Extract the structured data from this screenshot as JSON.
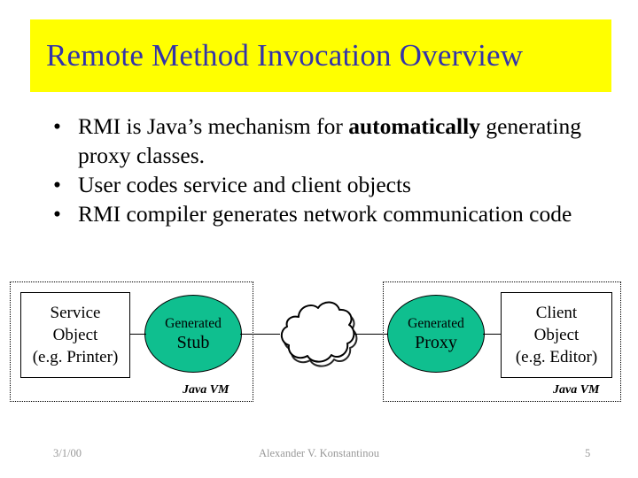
{
  "slide": {
    "title": "Remote Method Invocation Overview",
    "title_background_color": "#ffff00",
    "title_text_color": "#3333aa",
    "background_color": "#ffffff"
  },
  "bullets": [
    {
      "marker": "•",
      "text_before_bold": "RMI is Java’s mechanism for ",
      "bold_text": "automatically",
      "text_after_bold": " generating proxy classes."
    },
    {
      "marker": "•",
      "text_before_bold": "User codes service and client objects",
      "bold_text": "",
      "text_after_bold": ""
    },
    {
      "marker": "•",
      "text_before_bold": "RMI compiler generates network communication code",
      "bold_text": "",
      "text_after_bold": ""
    }
  ],
  "diagram": {
    "accent_color": "#0fbf8f",
    "left_vm": {
      "label": "Java VM",
      "object_box": {
        "line1": "Service",
        "line2": "Object",
        "line3": "(e.g. Printer)"
      },
      "circle": {
        "line1": "Generated",
        "line2": "Stub"
      }
    },
    "network": {
      "shape": "cloud-icon"
    },
    "right_vm": {
      "label": "Java VM",
      "object_box": {
        "line1": "Client",
        "line2": "Object",
        "line3": "(e.g. Editor)"
      },
      "circle": {
        "line1": "Generated",
        "line2": "Proxy"
      }
    }
  },
  "footer": {
    "date": "3/1/00",
    "author": "Alexander V. Konstantinou",
    "page_number": "5"
  }
}
